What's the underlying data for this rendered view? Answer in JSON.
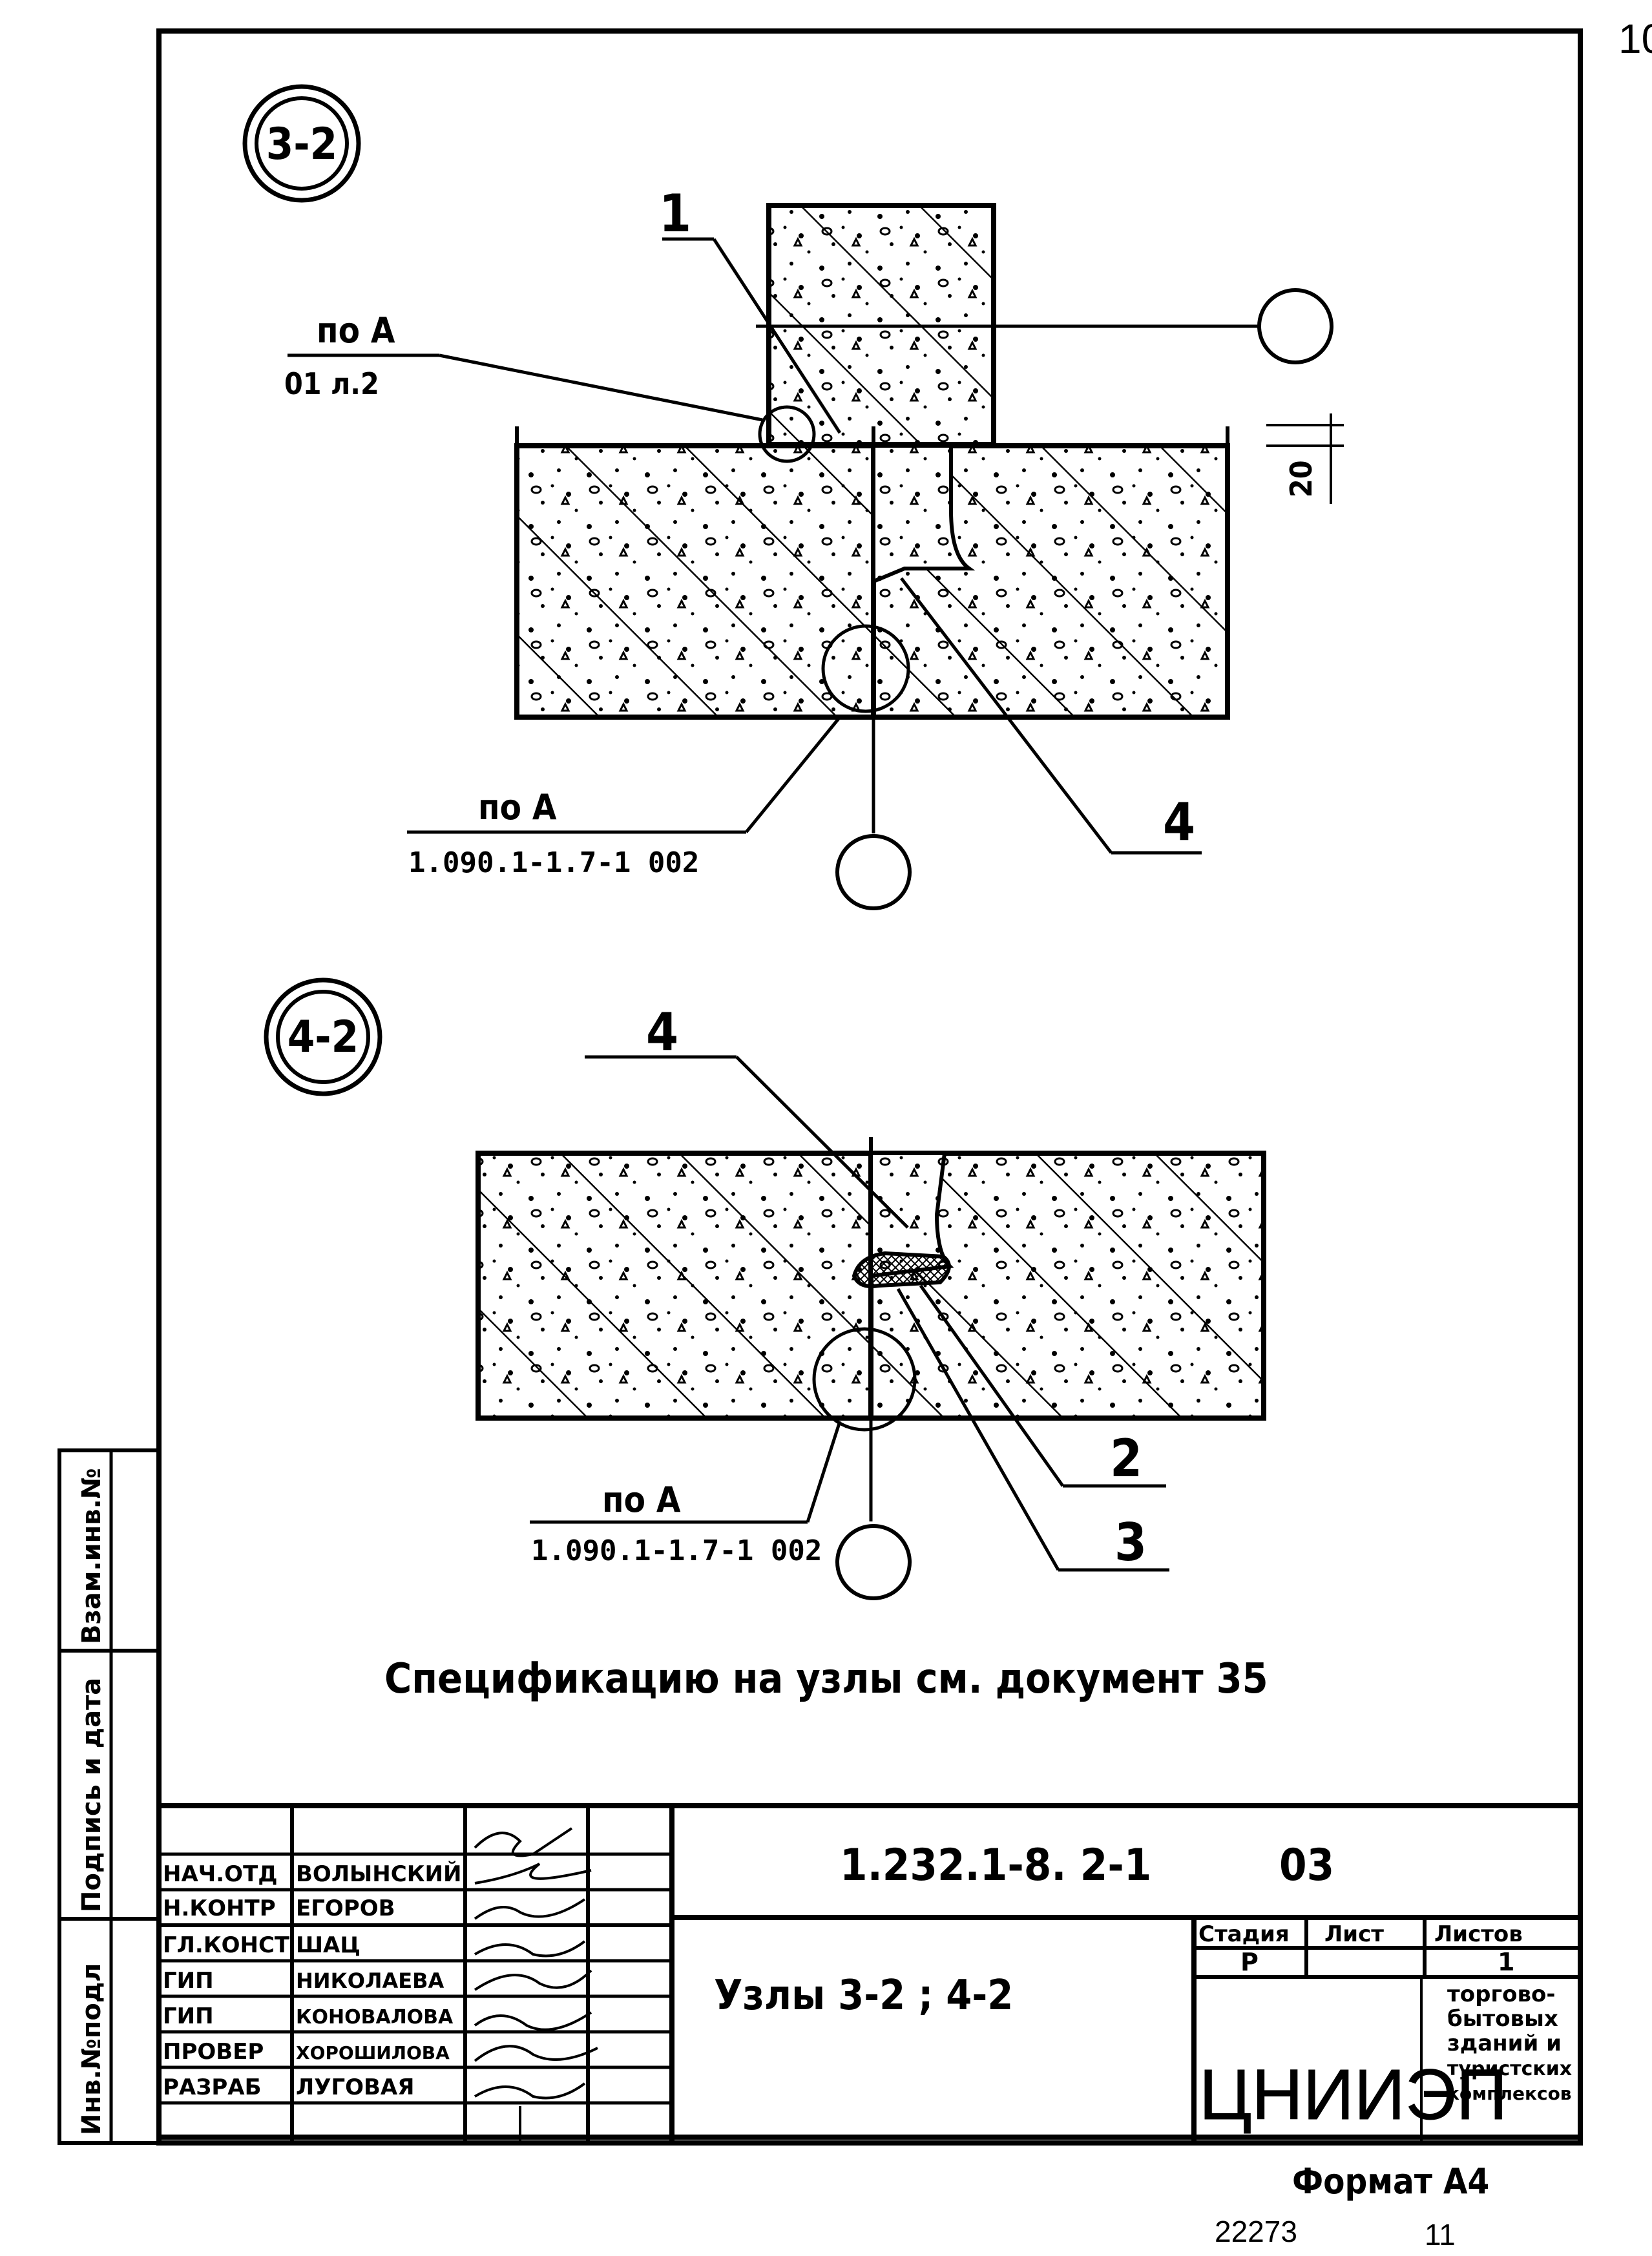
{
  "page_number_corner": "10",
  "details": {
    "detail_1": {
      "marker": "3-2",
      "callout_1": "1",
      "callout_4": "4",
      "ref_top_line1": "по А",
      "ref_top_line2": "01 л.2",
      "dim": "20",
      "ref_bottom_line1": "по А",
      "ref_bottom_line2": "1.090.1-1.7-1 002"
    },
    "detail_2": {
      "marker": "4-2",
      "callout_4": "4",
      "callout_2": "2",
      "callout_3": "3",
      "ref_line1": "по А",
      "ref_line2": "1.090.1-1.7-1 002"
    }
  },
  "note": "Спецификацию на узлы см. документ 35",
  "side_stamp": {
    "label_1": "Взам.инв.№",
    "label_2": "Подпись и дата",
    "label_3": "Инв.№подл"
  },
  "title_block": {
    "roles": [
      {
        "role": "НАЧ.ОТД",
        "name": "ВОЛЫНСКИЙ"
      },
      {
        "role": "Н.КОНТР",
        "name": "ЕГОРОВ"
      },
      {
        "role": "ГЛ.КОНСТ",
        "name": "ШАЦ"
      },
      {
        "role": "ГИП",
        "name": "НИКОЛАЕВА"
      },
      {
        "role": "ГИП",
        "name": "КОНОВАЛОВА"
      },
      {
        "role": "ПРОВЕР",
        "name": "ХОРОШИЛОВА"
      },
      {
        "role": "РАЗРАБ",
        "name": "ЛУГОВАЯ"
      }
    ],
    "doc_code": "1.232.1-8. 2-1",
    "doc_suffix": "03",
    "title": "Узлы 3-2 ; 4-2",
    "stage_header": "Стадия",
    "sheet_header": "Лист",
    "sheets_header": "Листов",
    "stage_value": "Р",
    "sheet_value": "",
    "sheets_value": "1",
    "org_logo": "ЦНИИЭП",
    "org_text": [
      "торгово-",
      "бытовых",
      "зданий и",
      "туристских",
      "комплексов"
    ]
  },
  "format_label": "Формат А4",
  "footer_number": "22273",
  "footer_page": "11"
}
